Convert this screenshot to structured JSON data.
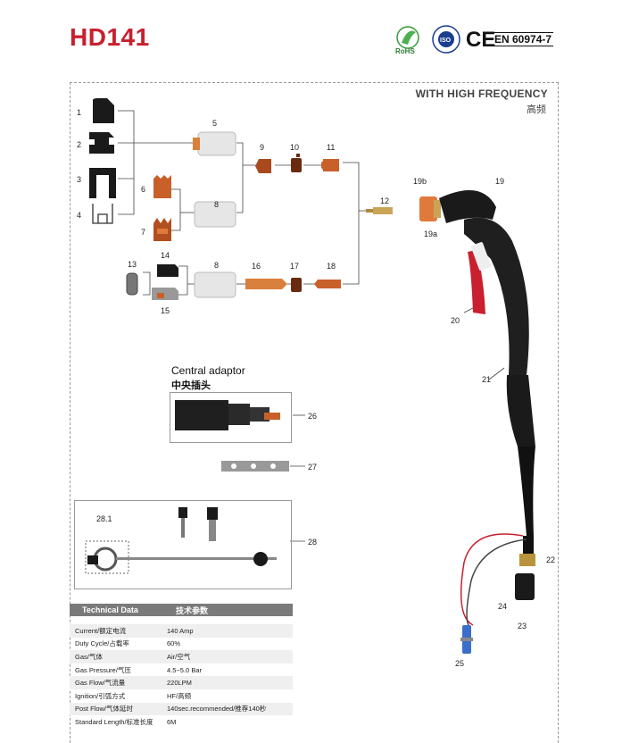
{
  "header": {
    "title": "HD141",
    "certs": {
      "rohs": "RoHS",
      "iso": "ISO",
      "ce": "CE",
      "standard": "EN 60974-7"
    }
  },
  "section": {
    "title_en": "WITH HIGH FREQUENCY",
    "title_cn": "高频"
  },
  "part_numbers": [
    "1",
    "2",
    "3",
    "4",
    "5",
    "6",
    "7",
    "8",
    "9",
    "10",
    "11",
    "12",
    "13",
    "14",
    "15",
    "8",
    "16",
    "17",
    "18",
    "19",
    "19a",
    "19b",
    "20",
    "21",
    "22",
    "23",
    "24",
    "25",
    "26",
    "27",
    "28",
    "28.1"
  ],
  "central_adaptor": {
    "en": "Central adaptor",
    "cn": "中央插头"
  },
  "tech": {
    "title_en": "Technical Data",
    "title_cn": "技术参数",
    "rows": [
      {
        "k": "Current/额定电流",
        "v": "140 Amp"
      },
      {
        "k": "Duty Cycle/占载率",
        "v": "60%"
      },
      {
        "k": "Gas/气体",
        "v": "Air/空气"
      },
      {
        "k": "Gas Pressure/气压",
        "v": "4.5~5.0 Bar"
      },
      {
        "k": "Gas Flow/气流量",
        "v": "220LPM"
      },
      {
        "k": "Ignition/引弧方式",
        "v": "HF/高频"
      },
      {
        "k": "Post Flow/气体延时",
        "v": "140sec.recommended/推荐140秒"
      },
      {
        "k": "Standard Length/标准长度",
        "v": "6M"
      }
    ]
  },
  "colors": {
    "title_red": "#c8202e",
    "copper": "#c8602a",
    "table_header": "#7a7a7a"
  }
}
